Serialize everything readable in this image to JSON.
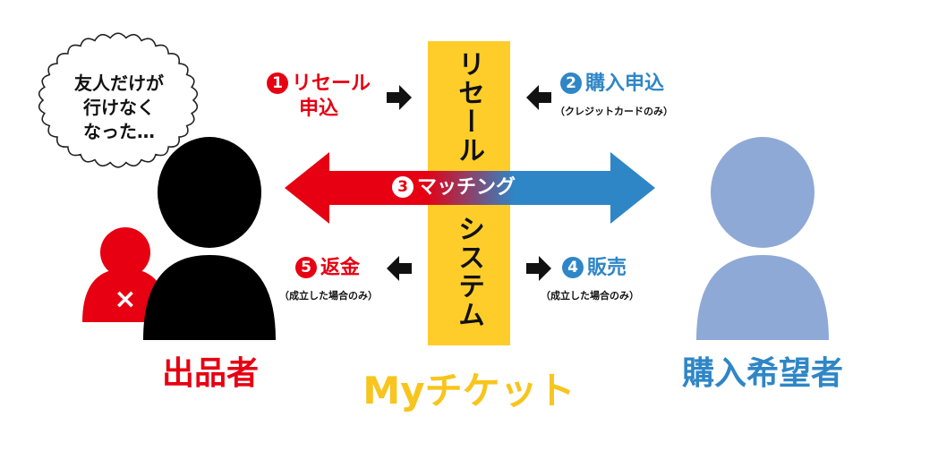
{
  "speech_bubble": {
    "lines": [
      "友人だけが",
      "行けなく",
      "なった…"
    ]
  },
  "center_bar": {
    "top_text": "リセール",
    "bottom_text": "システム",
    "color": "#ffcd2a"
  },
  "steps": {
    "s1": {
      "number": "1",
      "lines": [
        "リセール",
        "申込"
      ],
      "color": "#e60012"
    },
    "s2": {
      "number": "2",
      "label": "購入申込",
      "note": "（クレジットカードのみ）",
      "color": "#2f86c6"
    },
    "s3": {
      "number": "3",
      "label": "マッチング"
    },
    "s4": {
      "number": "4",
      "label": "販売",
      "note": "（成立した場合のみ）",
      "color": "#2f86c6"
    },
    "s5": {
      "number": "5",
      "label": "返金",
      "note": "（成立した場合のみ）",
      "color": "#e60012"
    }
  },
  "seller": {
    "label": "出品者",
    "color": "#e60012"
  },
  "buyer": {
    "label": "購入希望者",
    "color": "#2f86c6"
  },
  "friend_mark": "×",
  "brand": {
    "label": "Myチケット",
    "color": "#f7c51d"
  },
  "colors": {
    "seller_person": "#000000",
    "friend_person": "#e60012",
    "buyer_person": "#8fa9d6"
  }
}
